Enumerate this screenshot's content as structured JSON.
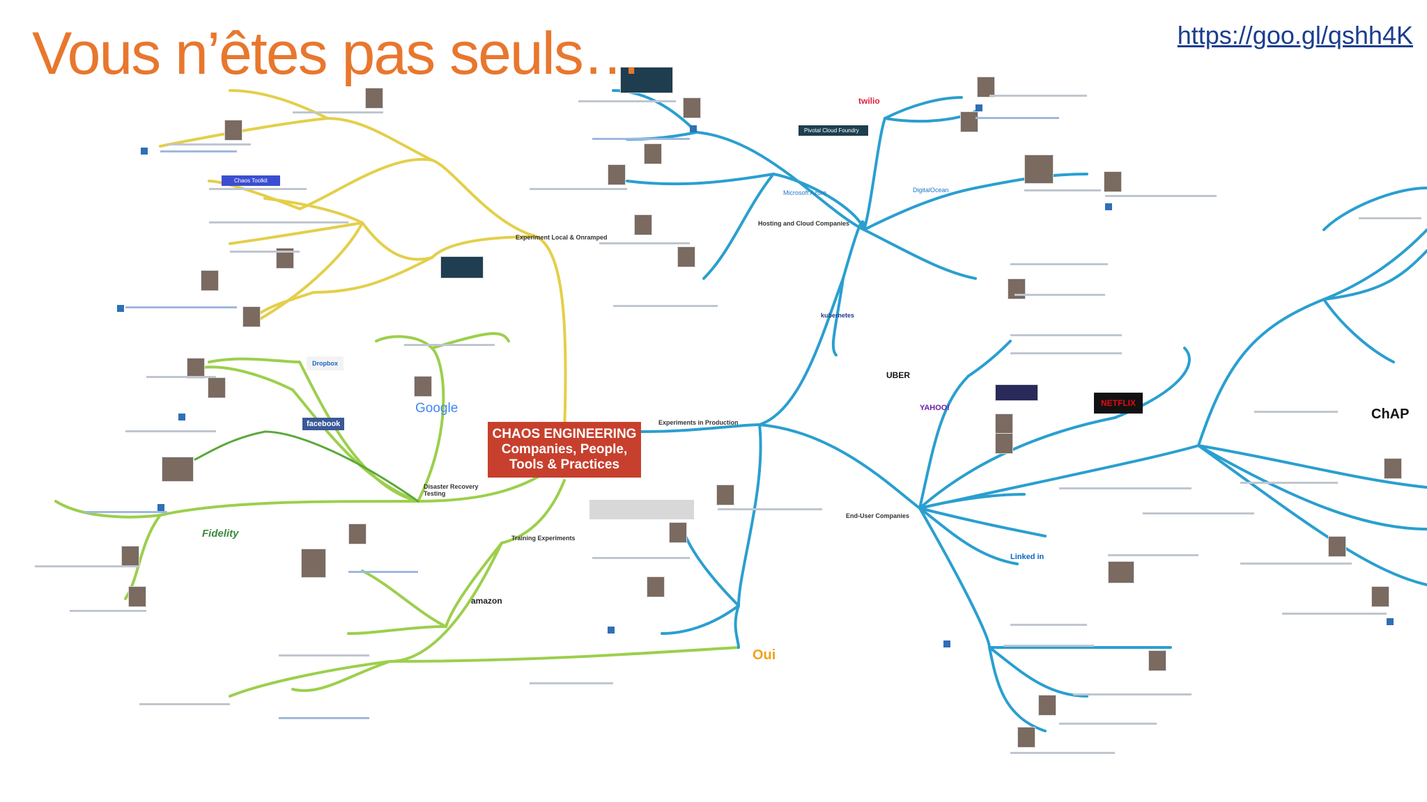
{
  "slide": {
    "title": "Vous n’êtes pas seuls…",
    "link": "https://goo.gl/qshh4K"
  },
  "colors": {
    "title": "#e8772e",
    "link": "#1a3d8f",
    "center_box": "#c7402d",
    "branch_yellow": "#e3cf4a",
    "branch_green": "#9ccf4c",
    "branch_dkgreen": "#5aa83a",
    "branch_blue": "#2a9fd0"
  },
  "center": {
    "line1": "CHAOS ENGINEERING",
    "line2": "Companies, People,",
    "line3": "Tools & Practices"
  },
  "branches": {
    "experiments_local": "Experiment Local & Onramped",
    "disaster_recovery": "Disaster Recovery Testing",
    "training": "Training Experiments",
    "production": "Experiments in Production",
    "hosting": "Hosting and Cloud Companies",
    "end_user": "End-User Companies"
  },
  "logos": {
    "google": "Google",
    "facebook": "facebook",
    "dropbox": "Dropbox",
    "fidelity": "Fidelity",
    "amazon": "amazon",
    "twilio": "twilio",
    "cloud_foundry": "Pivotal Cloud Foundry",
    "azure": "Microsoft Azure",
    "digitalocean": "DigitalOcean",
    "kubernetes": "kubernetes",
    "uber": "UBER",
    "yahoo": "YAHOO!",
    "netflix": "NETFLIX",
    "linkedin": "Linked in",
    "oui": "Oui",
    "chap": "ChAP",
    "chaos_toolkit": "Chaos Toolkit"
  }
}
